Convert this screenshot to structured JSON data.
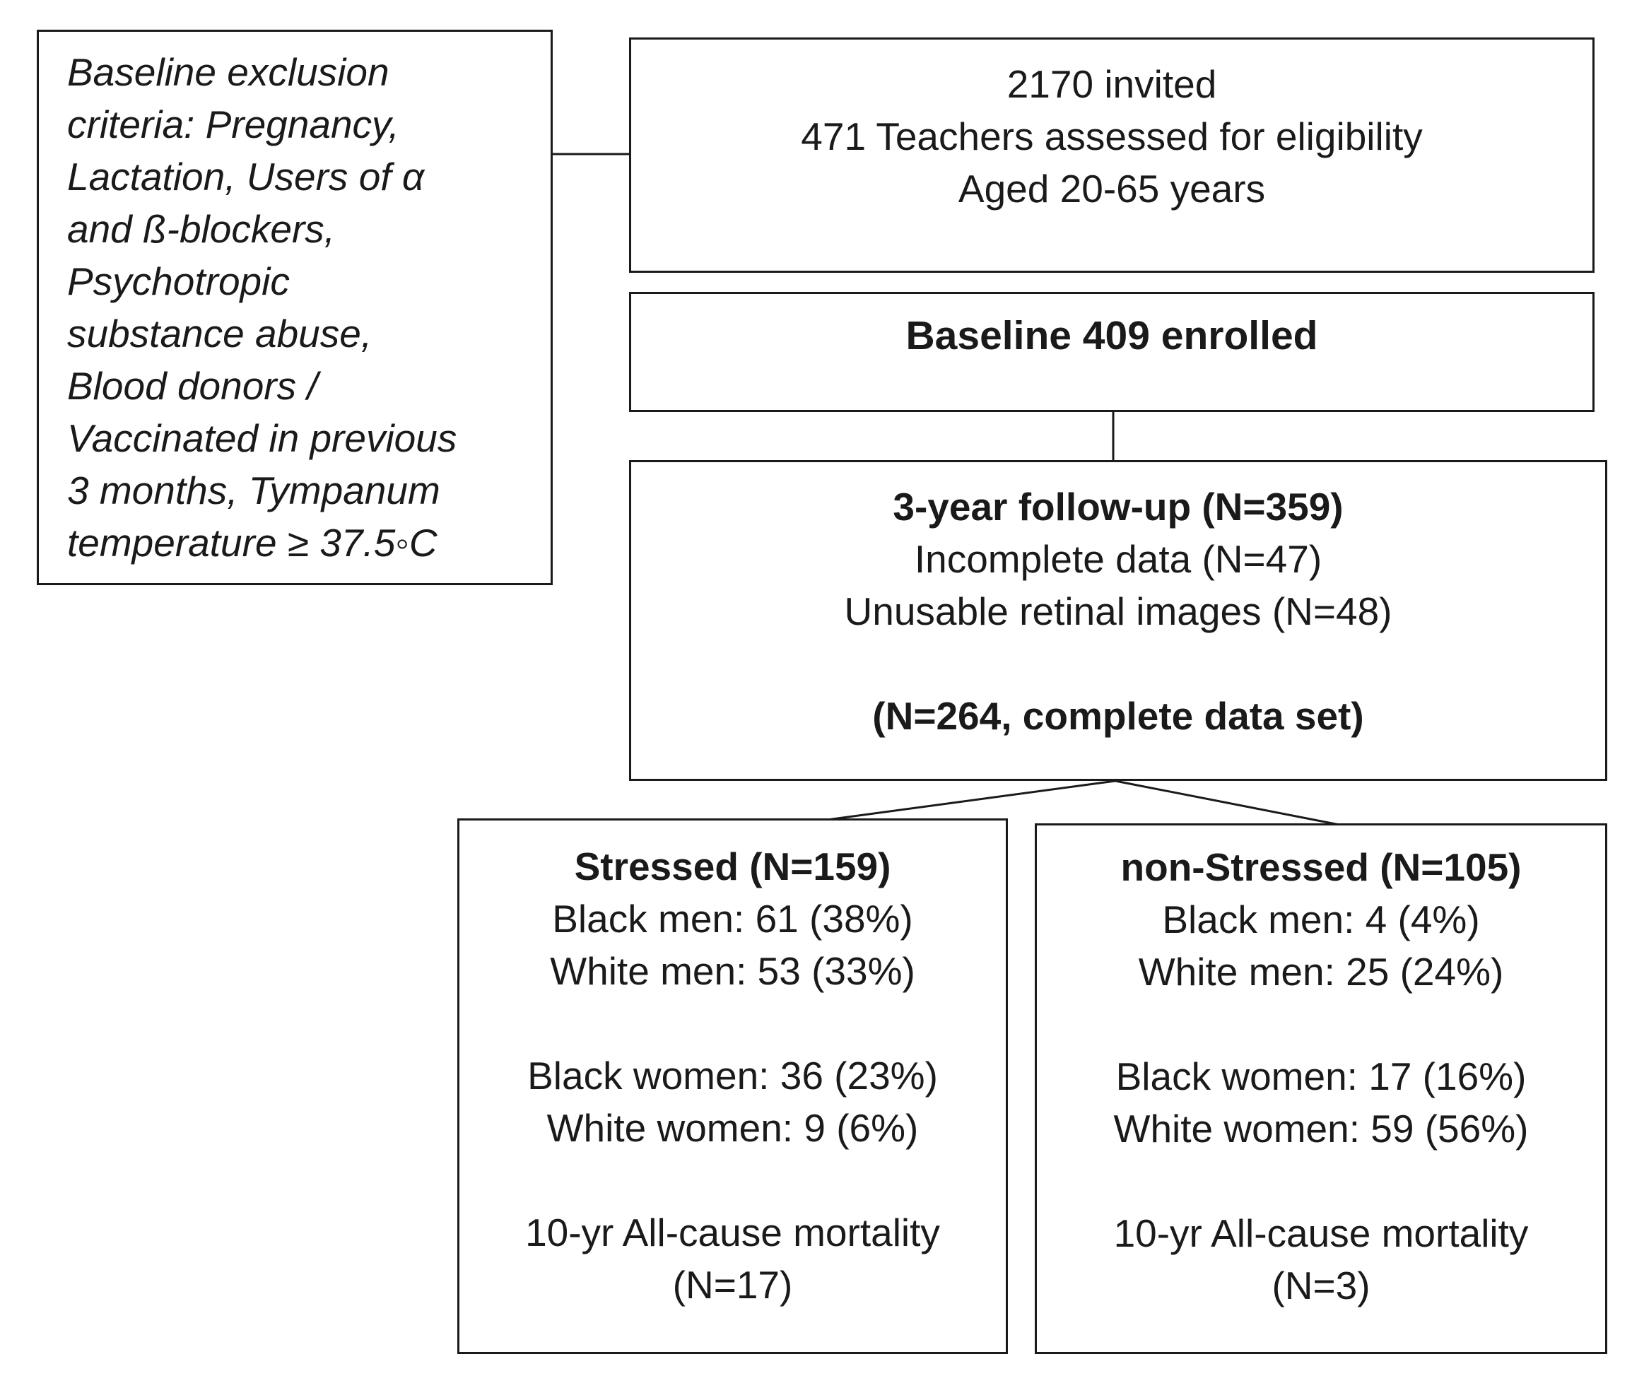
{
  "exclusion": {
    "lines": [
      "Baseline exclusion",
      "criteria: Pregnancy,",
      "Lactation, Users of α",
      "and ß-blockers,",
      "Psychotropic",
      "substance abuse,",
      "Blood donors /",
      "Vaccinated in previous",
      "3 months, Tympanum",
      "temperature ≥ 37.5◦C"
    ]
  },
  "invited": {
    "line1": "2170 invited",
    "line2": "471 Teachers assessed for eligibility",
    "line3": "Aged 20-65 years"
  },
  "baseline": {
    "title": "Baseline 409 enrolled"
  },
  "followup": {
    "title": "3-year follow-up (N=359)",
    "incomplete": "Incomplete data (N=47)",
    "unusable": "Unusable retinal images (N=48)",
    "complete": "(N=264, complete data set)"
  },
  "stressed": {
    "title": "Stressed (N=159)",
    "black_men": "Black men: 61 (38%)",
    "white_men": "White men: 53 (33%)",
    "black_women": "Black women: 36 (23%)",
    "white_women": "White women: 9 (6%)",
    "mortality_label": "10-yr All-cause mortality",
    "mortality_value": "(N=17)"
  },
  "non_stressed": {
    "title": "non-Stressed (N=105)",
    "black_men": "Black men: 4 (4%)",
    "white_men": "White men: 25 (24%)",
    "black_women": "Black women: 17 (16%)",
    "white_women": "White women: 59 (56%)",
    "mortality_label": "10-yr All-cause mortality",
    "mortality_value": "(N=3)"
  }
}
